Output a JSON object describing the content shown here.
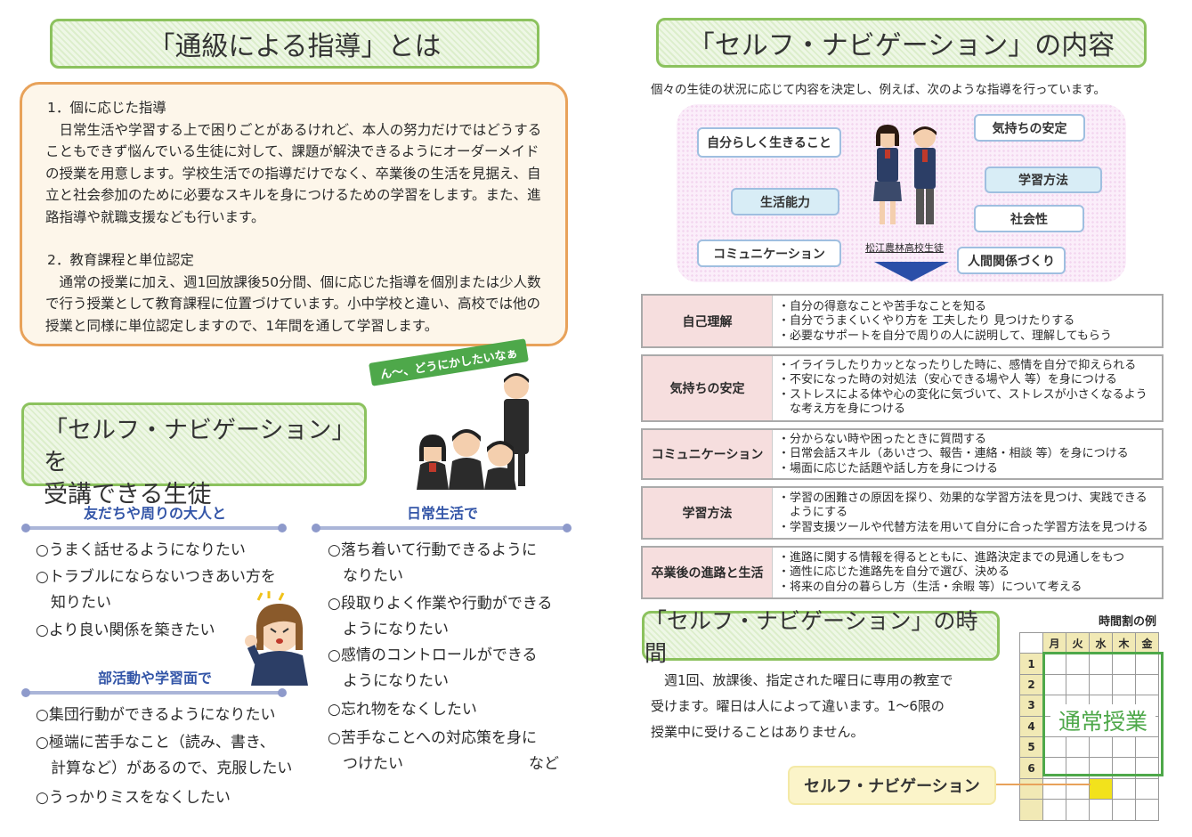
{
  "left": {
    "title": "「通級による指導」とは",
    "sec1_head": "1．個に応じた指導",
    "sec1_body": "　日常生活や学習する上で困りごとがあるけれど、本人の努力だけではどうする\nこともできず悩んでいる生徒に対して、課題が解決できるようにオーダーメイド\nの授業を用意します。学校生活での指導だけでなく、卒業後の生活を見据え、自\n立と社会参加のために必要なスキルを身につけるための学習をします。また、進\n路指導や就職支援なども行います。",
    "sec2_head": "2．教育課程と単位認定",
    "sec2_body": "　通常の授業に加え、週1回放課後50分間、個に応じた指導を個別または少人数\nで行う授業として教育課程に位置づけています。小中学校と違い、高校では他の\n授業と同様に単位認定しますので、1年間を通して学習します。",
    "tag": "ん～、どうにかしたいなぁ",
    "title2_line1": "「セルフ・ナビゲーション」を",
    "title2_line2": "受講できる生徒",
    "friends_head": "友だちや周りの大人と",
    "friends_items": [
      "○うまく話せるようになりたい",
      "○トラブルにならないつきあい方を\n　知りたい",
      "○より良い関係を築きたい"
    ],
    "club_head": "部活動や学習面で",
    "club_items": [
      "○集団行動ができるようになりたい",
      "○極端に苦手なこと（読み、書き、\n　計算など）があるので、克服したい",
      "○うっかりミスをなくしたい"
    ],
    "daily_head": "日常生活で",
    "daily_items": [
      "○落ち着いて行動できるように\n　なりたい",
      "○段取りよく作業や行動ができる\n　ようになりたい",
      "○感情のコントロールができる\n　ようになりたい",
      "○忘れ物をなくしたい",
      "○苦手なことへの対応策を身に\n　つけたい"
    ],
    "etc": "など"
  },
  "right": {
    "title": "「セルフ・ナビゲーション」の内容",
    "intro": "個々の生徒の状況に応じて内容を決定し、例えば、次のような指導を行っています。",
    "bubbles": {
      "b1": "自分らしく生きること",
      "b2": "生活能力",
      "b3": "コミュニケーション",
      "b4": "気持ちの安定",
      "b5": "学習方法",
      "b6": "社会性",
      "b7": "人間関係づくり"
    },
    "caption": "松江農林高校生徒",
    "rows": [
      {
        "label": "自己理解",
        "lines": [
          "・自分の得意なことや苦手なことを知る",
          "・自分でうまくいくやり方を 工夫したり 見つけたりする",
          "・必要なサポートを自分で周りの人に説明して、理解してもらう"
        ]
      },
      {
        "label": "気持ちの安定",
        "lines": [
          "・イライラしたりカッとなったりした時に、感情を自分で抑えられる",
          "・不安になった時の対処法（安心できる場や人 等）を身につける",
          "・ストレスによる体や心の変化に気づいて、ストレスが小さくなるよう\n　な考え方を身につける"
        ]
      },
      {
        "label": "コミュニケーション",
        "lines": [
          "・分からない時や困ったときに質問する",
          "・日常会話スキル（あいさつ、報告・連絡・相談 等）を身につける",
          "・場面に応じた話題や話し方を身につける"
        ]
      },
      {
        "label": "学習方法",
        "lines": [
          "・学習の困難さの原因を探り、効果的な学習方法を見つけ、実践できる\n　ようにする",
          "・学習支援ツールや代替方法を用いて自分に合った学習方法を見つける"
        ]
      },
      {
        "label": "卒業後の進路と生活",
        "lines": [
          "・進路に関する情報を得るとともに、進路決定までの見通しをもつ",
          "・適性に応じた進路先を自分で選び、決める",
          "・将来の自分の暮らし方（生活・余暇 等）について考える"
        ]
      }
    ],
    "time_title": "「セルフ・ナビゲーション」の時間",
    "time_body": "　週1回、放課後、指定された曜日に専用の教室で\n受けます。曜日は人によって違います。1～6限の\n授業中に受けることはありません。",
    "timetable_caption": "時間割の例",
    "days": [
      "月",
      "火",
      "水",
      "木",
      "金"
    ],
    "periods": [
      "1",
      "2",
      "3",
      "4",
      "5",
      "6"
    ],
    "regular_class": "通常授業",
    "selfnav_label": "セルフ・ナビゲーション"
  }
}
